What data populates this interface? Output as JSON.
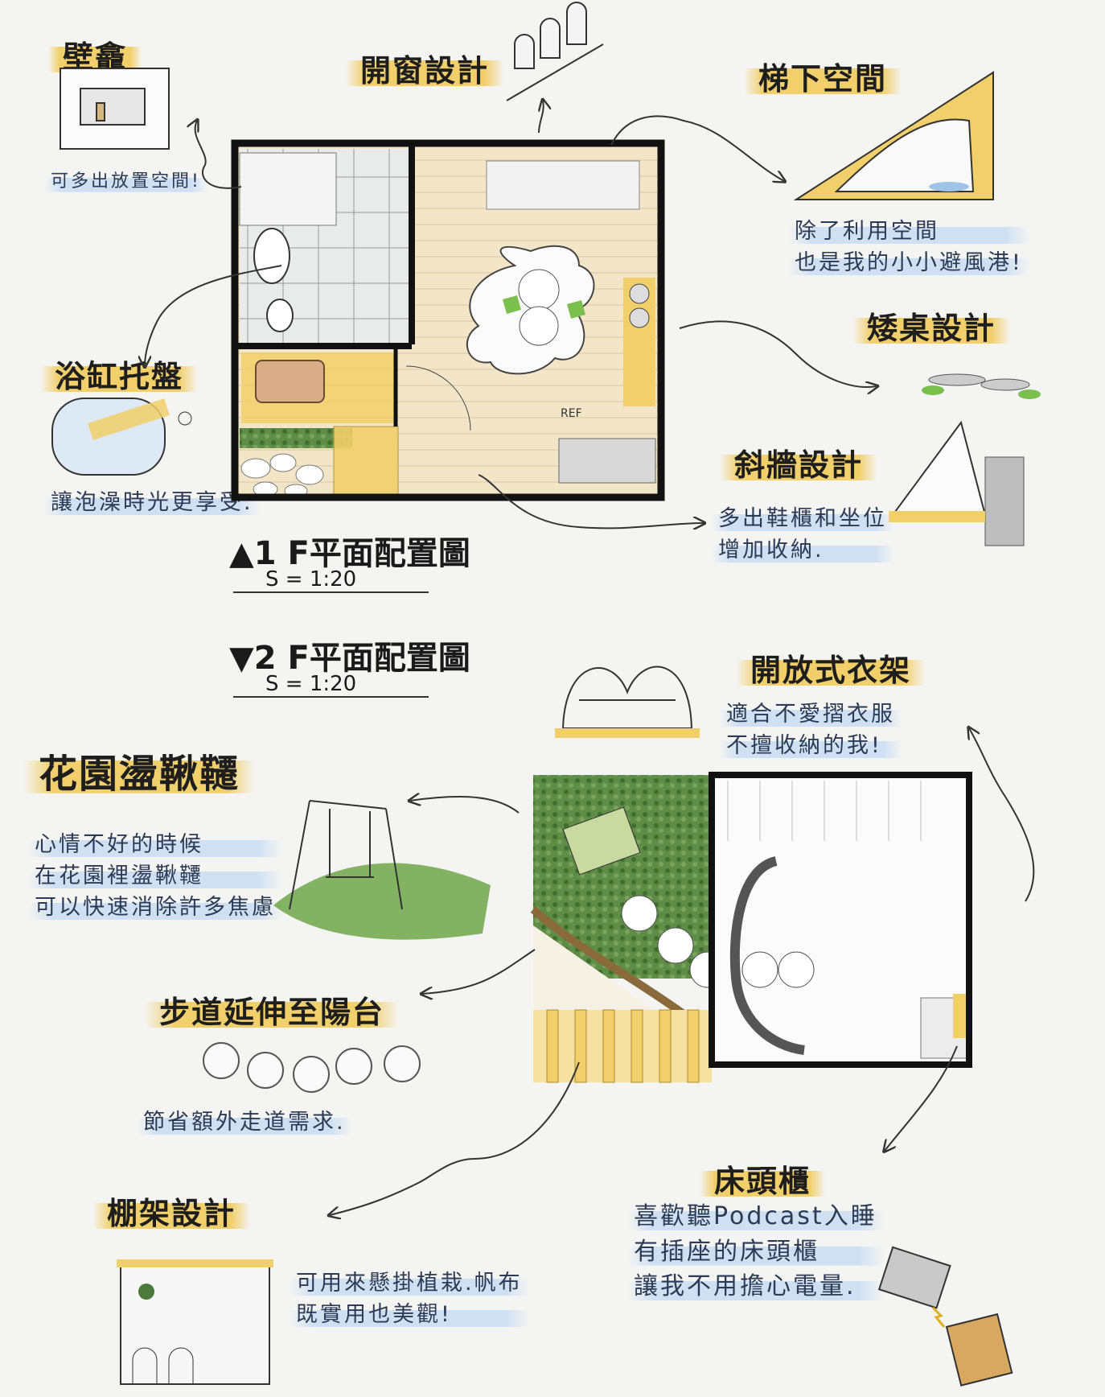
{
  "labels": {
    "niche": "壁龕",
    "window": "開窗設計",
    "under_stairs": "梯下空間",
    "bathtub_tray": "浴缸托盤",
    "low_table": "矮桌設計",
    "slanted_wall": "斜牆設計",
    "open_rack": "開放式衣架",
    "garden_swing": "花園盪鞦韆",
    "path": "步道延伸至陽台",
    "bedside": "床頭櫃",
    "trellis": "棚架設計"
  },
  "notes": {
    "niche": [
      "可多出放置空間!"
    ],
    "under_stairs": [
      "除了利用空間",
      "也是我的小小避風港!"
    ],
    "bathtub_tray": [
      "讓泡澡時光更享受."
    ],
    "slanted_wall": [
      "多出鞋櫃和坐位",
      "增加收納."
    ],
    "open_rack": [
      "適合不愛摺衣服",
      "不擅收納的我!"
    ],
    "garden_swing": [
      "心情不好的時候",
      "在花園裡盪鞦韆",
      "可以快速消除許多焦慮"
    ],
    "path": [
      "節省額外走道需求."
    ],
    "bedside": [
      "喜歡聽Podcast入睡",
      "有插座的床頭櫃",
      "讓我不用擔心電量."
    ],
    "trellis": [
      "可用來懸掛植栽.帆布",
      "既實用也美觀!"
    ]
  },
  "plans": {
    "first": {
      "title": "1 F平面配置圖",
      "scale": "S = 1:20",
      "ref_label": "REF"
    },
    "second": {
      "title": "2 F平面配置圖",
      "scale": "S = 1:20"
    }
  },
  "colors": {
    "yellow": "#f1cf6a",
    "blue": "#cfe0f3",
    "wood": "#f3e6c8",
    "green": "#4c7a3a",
    "ink": "#1e1e1e"
  }
}
